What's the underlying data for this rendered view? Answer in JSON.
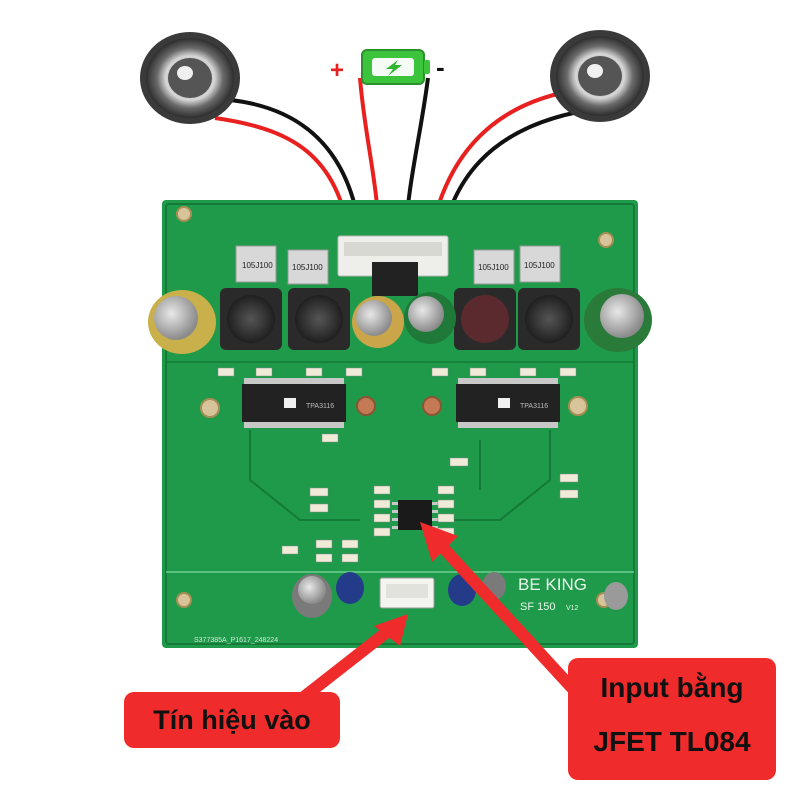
{
  "battery": {
    "plus_label": "+",
    "minus_label": "-"
  },
  "board": {
    "brand": "BE KING",
    "model": "SF 150",
    "version": "V12",
    "serial": "S377385A_P1617_248224",
    "inductor_marking": "105J100",
    "ic_marking": "TPA3116"
  },
  "callouts": {
    "input": {
      "line1": "Input bằng",
      "line2": "JFET TL084"
    },
    "signal": {
      "label": "Tín hiệu vào"
    }
  },
  "colors": {
    "pcb": "#1f9a4a",
    "pcb_dark": "#157a37",
    "callout": "#ef2b2b",
    "wire_red": "#e8201f",
    "wire_black": "#111111",
    "battery": "#3cc43c"
  }
}
